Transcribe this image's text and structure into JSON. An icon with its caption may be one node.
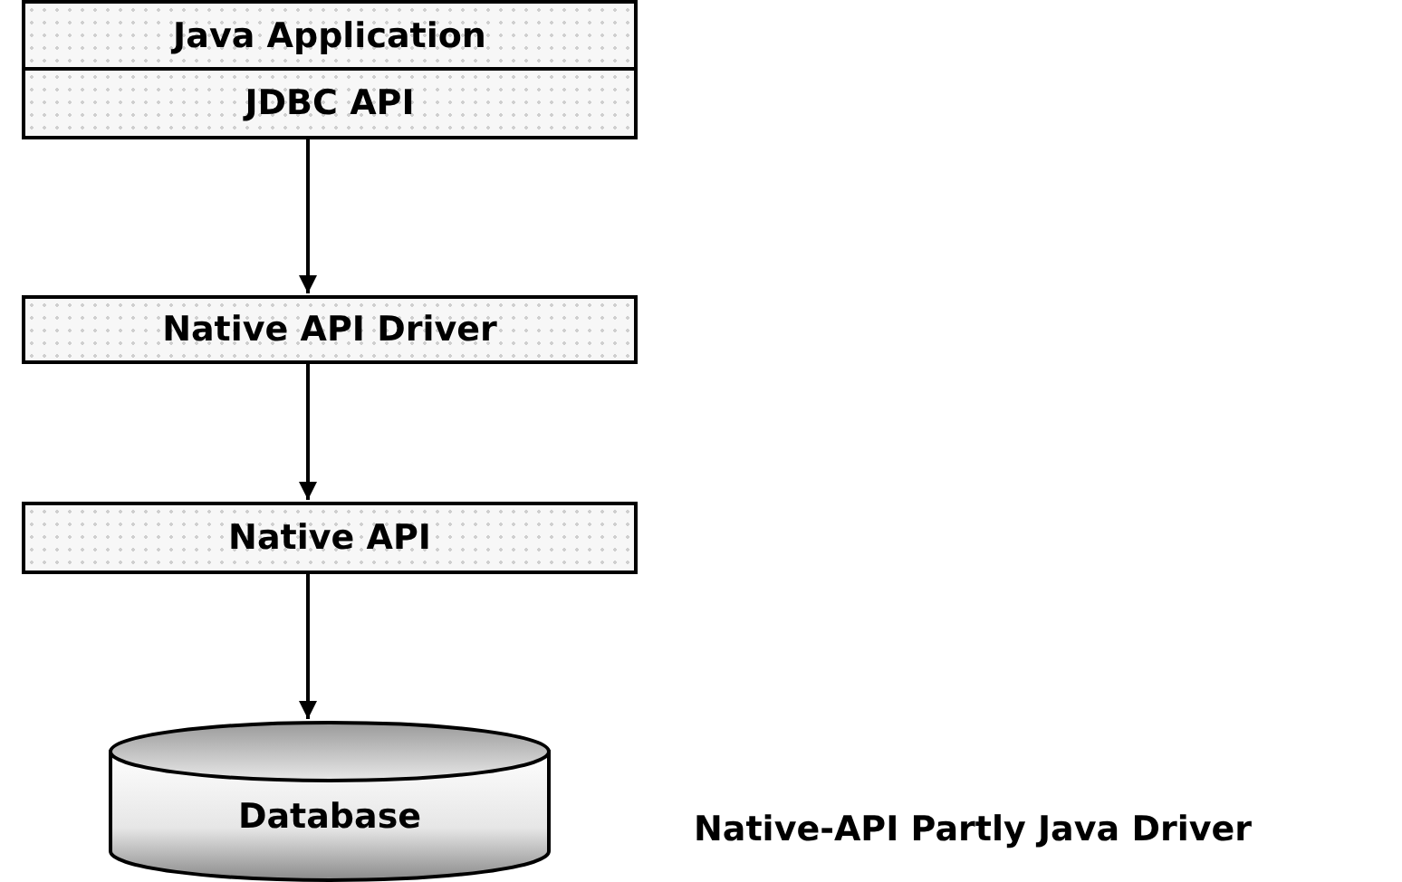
{
  "diagram": {
    "caption": "Native-API Partly Java Driver",
    "nodes": [
      {
        "text": [
          "Java Application"
        ]
      },
      {
        "text": [
          "JDBC API"
        ]
      },
      {
        "text": [
          "Native API Driver"
        ]
      },
      {
        "text": [
          "Native API"
        ]
      },
      {
        "text": [
          "Database"
        ]
      }
    ],
    "edges": [
      {
        "from": 1,
        "to": 2,
        "arrow": "to"
      },
      {
        "from": 2,
        "to": 3,
        "arrow": "to"
      },
      {
        "from": 3,
        "to": 4,
        "arrow": "to"
      }
    ]
  }
}
